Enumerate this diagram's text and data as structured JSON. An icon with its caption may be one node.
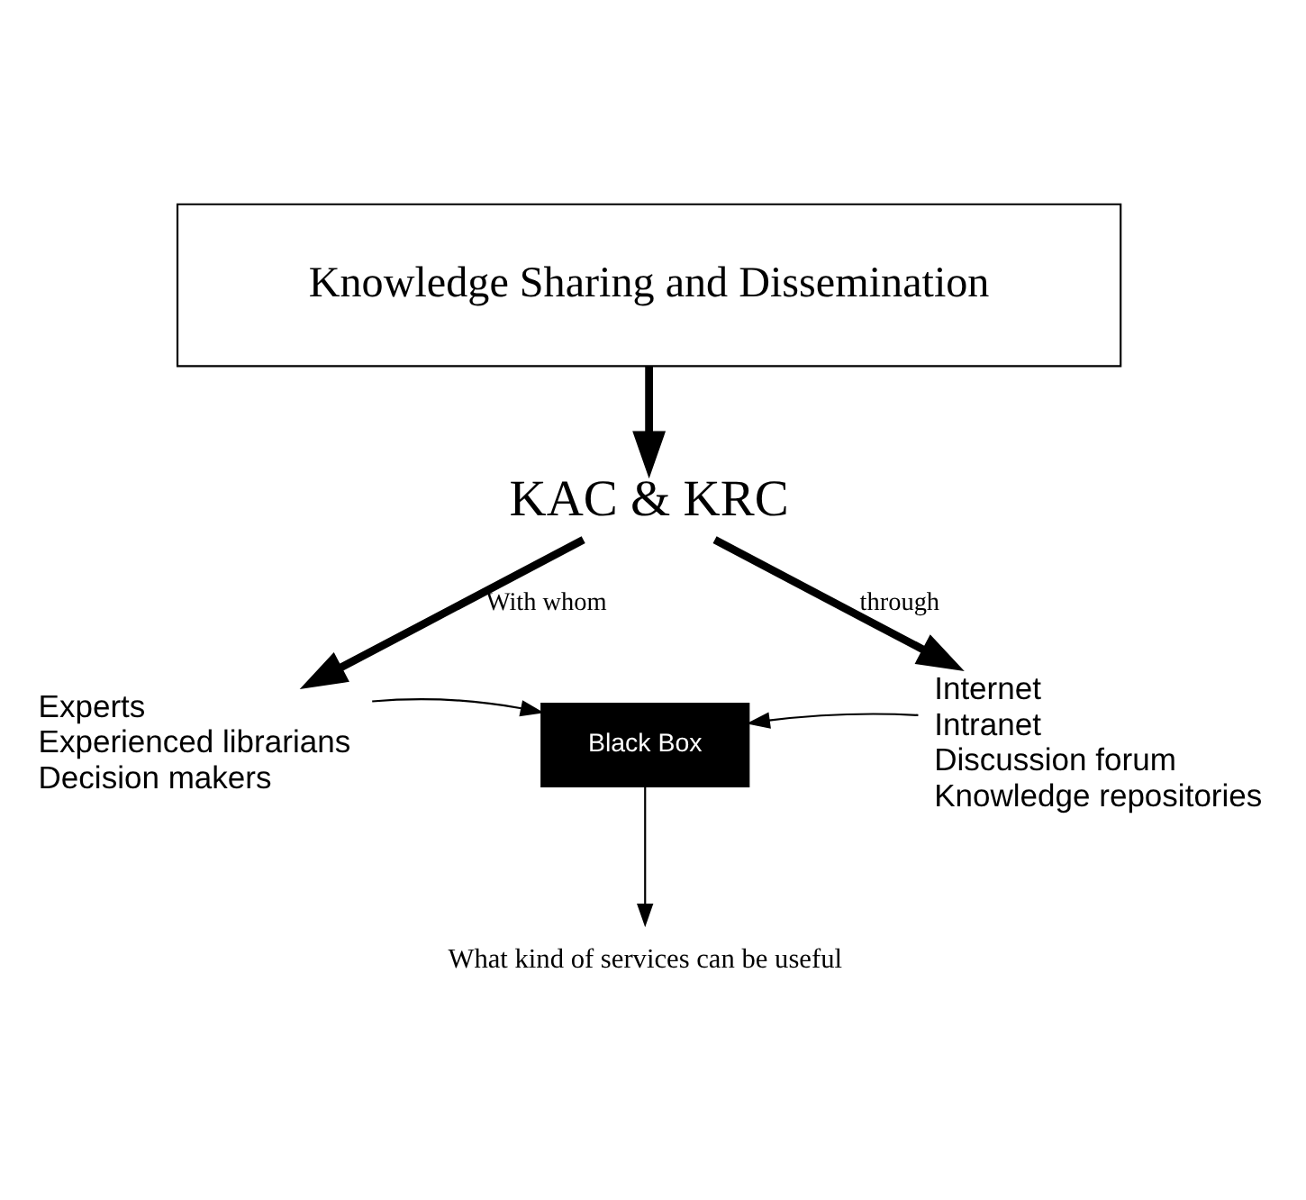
{
  "diagram": {
    "nodes": [
      {
        "text": [
          "Knowledge Sharing and Dissemination"
        ]
      },
      {
        "text": [
          "KAC & KRC"
        ]
      },
      {
        "text": [
          "Experts",
          "Experienced librarians",
          "Decision makers"
        ]
      },
      {
        "text": [
          "Black Box"
        ]
      },
      {
        "text": [
          "Internet",
          "Intranet",
          "Discussion forum",
          "Knowledge repositories"
        ]
      },
      {
        "text": [
          "What kind of services can be useful"
        ]
      }
    ],
    "edges": [
      {
        "from": 0,
        "to": 1,
        "arrow": "to",
        "style": "thick"
      },
      {
        "from": 1,
        "to": 2,
        "arrow": "to",
        "label": "With whom",
        "style": "thick"
      },
      {
        "from": 1,
        "to": 4,
        "arrow": "to",
        "label": "through",
        "style": "thick"
      },
      {
        "from": 2,
        "to": 3,
        "arrow": "to"
      },
      {
        "from": 4,
        "to": 3,
        "arrow": "to"
      },
      {
        "from": 3,
        "to": 5,
        "arrow": "to"
      }
    ]
  }
}
